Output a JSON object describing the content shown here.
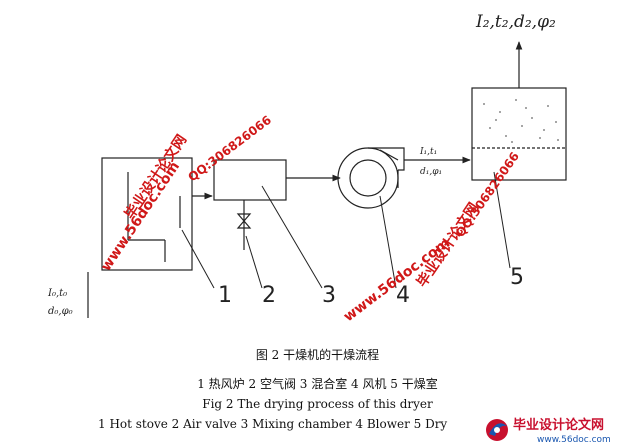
{
  "diagram": {
    "outlet_label": "I₂,t₂,d₂,φ₂",
    "inlet_label_line1": "I₀,t₀",
    "inlet_label_line2": "d₀,φ₀",
    "mid_label_line1": "I₁,t₁",
    "mid_label_line2": "d₁,φ₁",
    "component_numbers": [
      "1",
      "2",
      "3",
      "4",
      "5"
    ]
  },
  "watermarks": {
    "site": "www.56doc.com",
    "qq": "QQ:306826066",
    "brand": "毕业设计论文网"
  },
  "captions": {
    "figure_cn": "图 2   干燥机的干燥流程",
    "legend_cn": "1 热风炉  2  空气阀  3  混合室  4  风机  5  干燥室",
    "figure_en": "Fig 2    The drying process of this dryer",
    "legend_en": "1 Hot stove      2 Air valve     3 Mixing chamber    4 Blower     5 Dry"
  },
  "footer_logo": {
    "title": "毕业设计论文网",
    "url": "www.56doc.com"
  },
  "colors": {
    "line": "#222222",
    "watermark_red": "#d01818",
    "logo_red": "#c8102e",
    "logo_blue": "#1a57b0"
  }
}
